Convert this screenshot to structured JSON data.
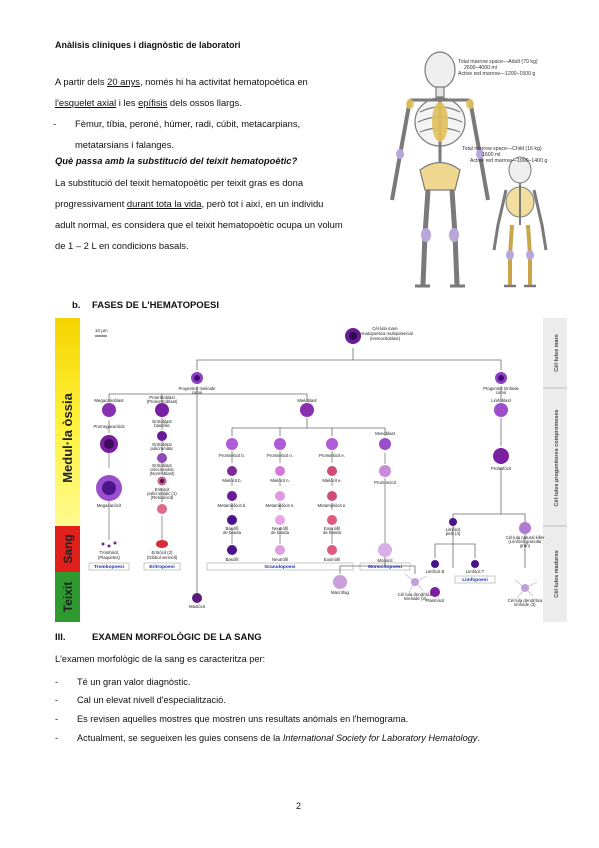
{
  "header": {
    "title": "Anàlisis clíniques i diagnòstic de laboratori"
  },
  "intro": {
    "p1_pre": "A partir dels ",
    "p1_u1": "20 anys",
    "p1_mid": ", només hi ha activitat hematopoètica en",
    "p1_u2": "l'esquelet axial",
    "p1_and": " i les ",
    "p1_u3": "epífisis",
    "p1_post": " dels ossos llargs.",
    "bullet_a": "Fèmur, tíbia, peroné, húmer, radi, cúbit, metacarpians,",
    "bullet_b": "metatarsians i falanges."
  },
  "question": {
    "title": "Què passa amb la substitució del teixit hematopoètic?",
    "l1": "La substitució del teixit hematopoètic per teixit gras es dona",
    "l2_pre": "progressivament ",
    "l2_u": "durant tota la vida",
    "l2_post": ", però tot i així, en un individu",
    "l3": "adult normal, es considera que el teixit hematopoètic ocupa un volum",
    "l4": "de 1 – 2 L en condicions basals."
  },
  "skeleton": {
    "adult": [
      "Total marrow space—Adult (70 kg)",
      "2600–4000 ml",
      "Active red marrow—1200–1500 g"
    ],
    "child": [
      "Total marrow space—Child (16 kg)",
      "1600 ml",
      "Active red marrow—1000–1400 g"
    ]
  },
  "section_b": {
    "label": "b.",
    "title": "FASES DE L'HEMATOPOESI"
  },
  "diagram": {
    "scale": "10 µm",
    "left_bands": {
      "marrow": "Medul·la òssia",
      "blood": "Sang",
      "tissue": "Teixit"
    },
    "right_bands": {
      "stem": "Cèl·lules mare",
      "progenitor": "Cèl·lules progenitores compromeses",
      "mature": "Cèl·lules madures"
    },
    "stem": [
      "Cèl·lula mare",
      "hematopoètica multipotencial",
      "(Hemocitoblast)"
    ],
    "myeloid": [
      "Progenitor mieloide",
      "comú"
    ],
    "lymphoid": [
      "Progenitor limfoide",
      "comú"
    ],
    "megakaryoblast": "Megacarioblast",
    "promegakaryocyte": "Promegacariòcit",
    "megakaryocyte": "Megacariòcit",
    "thrombocyte": [
      "Trombòcit",
      "(Plaquetes)"
    ],
    "proerythroblast": [
      "Proeritroblast",
      "(Pronormoblast)"
    ],
    "basophilic_eb": [
      "Eritroblast",
      "basòfilic"
    ],
    "polychromatic_eb": [
      "Eritroblast",
      "policromàtic"
    ],
    "orthochromatic_eb": [
      "Eritroblast",
      "ortocromàtic",
      "(Normoblast)"
    ],
    "polychromatic_ery": [
      "Eritròcit",
      "policromàtic (1)",
      "(Reticulòcit)"
    ],
    "erythrocyte": [
      "Eritròcit (2)",
      "(Glòbul vermell)"
    ],
    "myeloblast": "Mieloblast",
    "promyelocytes": [
      "Promielòcit b.",
      "Promielòcit n.",
      "Promielòcit e."
    ],
    "monoblast": "Monoblast",
    "myelocytes": [
      "Mielòcit b.",
      "Mielòcit n.",
      "Mielòcit e."
    ],
    "promonocyte": "Promonòcit",
    "metamyelocytes": [
      "Metamielòcit b.",
      "Metamielòcit n.",
      "Metamielòcit e."
    ],
    "bands": [
      [
        "Basòfil",
        "de banda"
      ],
      [
        "Neutròfil",
        "de banda"
      ],
      [
        "Eosinòfil",
        "de banda"
      ]
    ],
    "granulocytes": [
      "Basòfil",
      "Neutròfil",
      "Eosinòfil"
    ],
    "monocyte": "Monòcit",
    "lymphoblast": "Limfoblast",
    "prolymphocyte": "Prolimfòcit",
    "small_lymph": [
      "Limfòcit",
      "petit (4)"
    ],
    "nk": [
      "Cèl·lula natural killer",
      "(Limfòcit granular",
      "gran)"
    ],
    "lymph_b": "Limfòcit B",
    "lymph_t": "Limfòcit T",
    "plasmocyte": "Plasmòcit",
    "mastocyte": "Mastòcit",
    "macrophage": "Macròfag",
    "dc_myeloid": [
      "Cèl·lula dendrítica",
      "mieloide (3)"
    ],
    "dc_lymphoid": [
      "Cèl·lula dendrítica",
      "limfoide (3)"
    ],
    "processes": [
      "Trombopoesi",
      "Eritropoesi",
      "Granulopoesi",
      "Monocitopoesi",
      "Limfopoesi"
    ],
    "process_color": "#1a2fb0"
  },
  "section_iii": {
    "label": "III.",
    "title": "EXAMEN MORFOLÒGIC DE LA SANG"
  },
  "exam": {
    "intro": "L'examen morfològic de la sang es caracteritza per:",
    "items": [
      "Té un gran valor diagnòstic.",
      "Cal un elevat nivell d'especialització.",
      "Es revisen aquelles mostres que mostren uns resultats anòmals en l'hemograma."
    ],
    "last_pre": "Actualment, se segueixen les guies consens de la ",
    "last_italic": "International Society for Laboratory Hematology",
    "last_post": "."
  },
  "page_number": "2"
}
